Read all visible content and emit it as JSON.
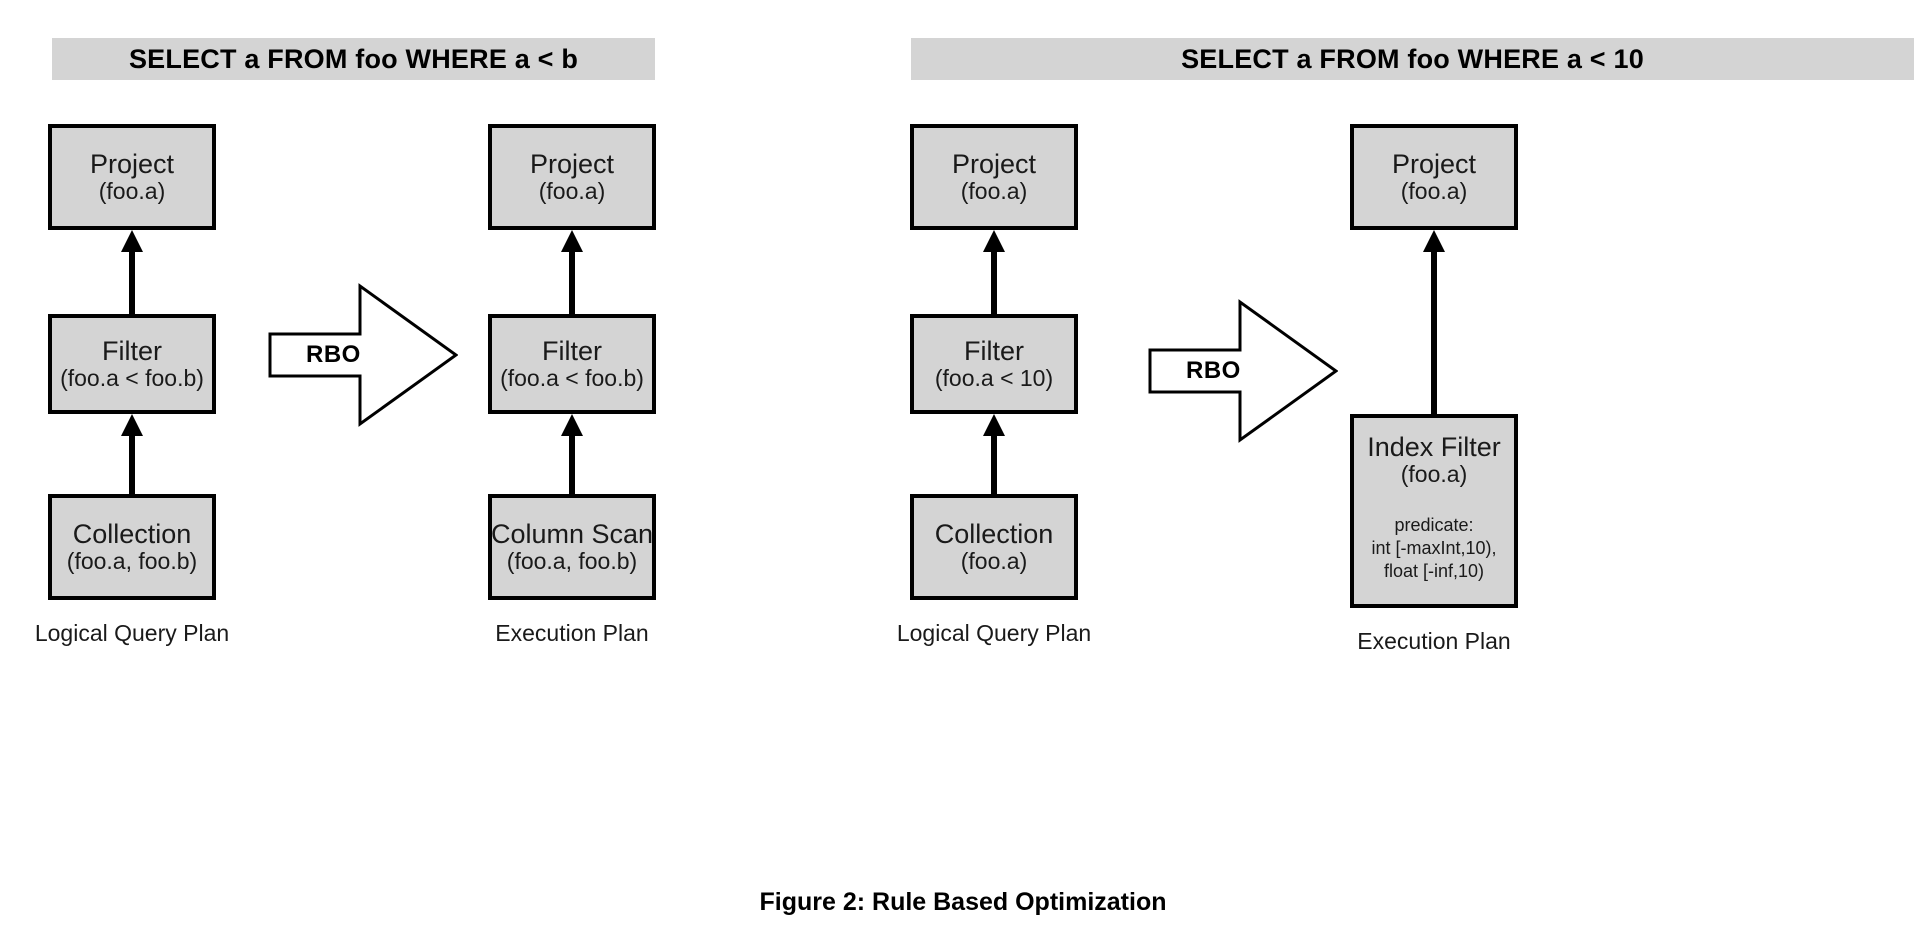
{
  "figure": {
    "caption": "Figure 2:  Rule Based Optimization"
  },
  "panels": [
    {
      "query": "SELECT a FROM foo WHERE a < b",
      "transform_label": "RBO",
      "columns": [
        {
          "caption": "Logical Query Plan",
          "nodes": [
            {
              "title": "Project",
              "sub": "(foo.a)"
            },
            {
              "title": "Filter",
              "sub": "(foo.a < foo.b)"
            },
            {
              "title": "Collection",
              "sub": "(foo.a, foo.b)"
            }
          ]
        },
        {
          "caption": "Execution Plan",
          "nodes": [
            {
              "title": "Project",
              "sub": "(foo.a)"
            },
            {
              "title": "Filter",
              "sub": "(foo.a < foo.b)"
            },
            {
              "title": "Column Scan",
              "sub": "(foo.a, foo.b)"
            }
          ]
        }
      ]
    },
    {
      "query": "SELECT a FROM foo WHERE a < 10",
      "transform_label": "RBO",
      "columns": [
        {
          "caption": "Logical Query Plan",
          "nodes": [
            {
              "title": "Project",
              "sub": "(foo.a)"
            },
            {
              "title": "Filter",
              "sub": "(foo.a < 10)"
            },
            {
              "title": "Collection",
              "sub": "(foo.a)"
            }
          ]
        },
        {
          "caption": "Execution Plan",
          "nodes": [
            {
              "title": "Project",
              "sub": "(foo.a)"
            },
            {
              "title": "Index Filter",
              "sub": "(foo.a)",
              "detail": [
                "predicate:",
                "int [-maxInt,10),",
                "float [-inf,10)"
              ]
            }
          ]
        }
      ]
    }
  ],
  "colors": {
    "box_fill": "#d4d4d4",
    "box_border": "#000000",
    "banner_fill": "#d4d4d4",
    "page_background": "#ffffff"
  }
}
